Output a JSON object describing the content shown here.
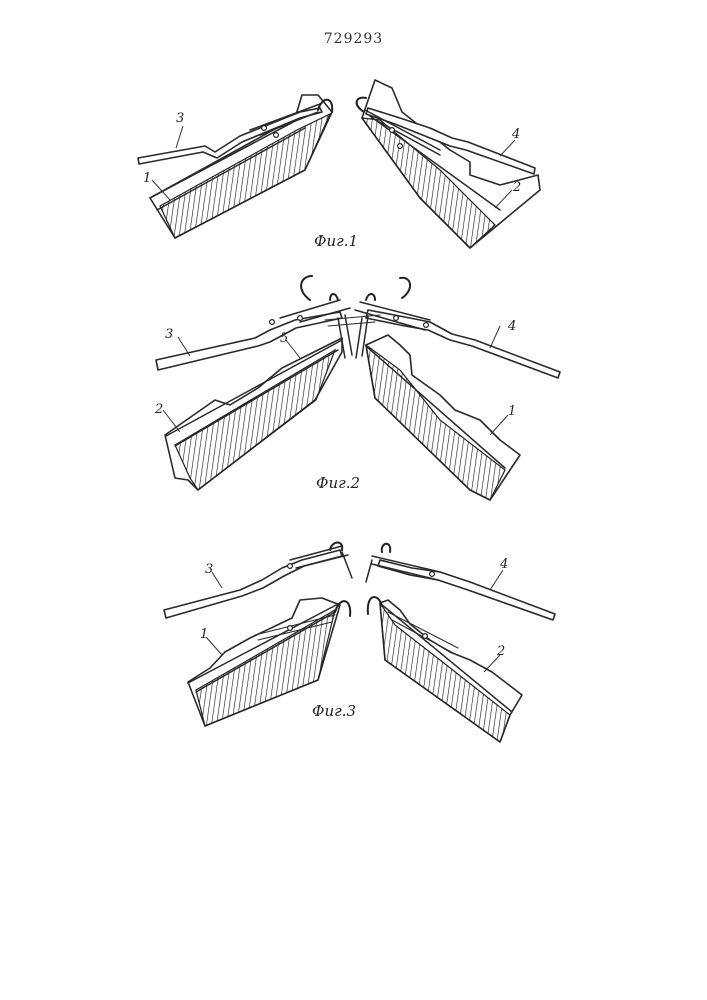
{
  "page_number": "729293",
  "figures": [
    {
      "caption": "Фиг.1",
      "labels": {
        "left_cover": "1",
        "right_cover": "2",
        "left_bar": "3",
        "right_bar": "4"
      }
    },
    {
      "caption": "Фиг.2",
      "labels": {
        "left_cover": "2",
        "right_cover": "1",
        "left_bar": "3",
        "right_bar": "4",
        "link": "5"
      }
    },
    {
      "caption": "Фиг.3",
      "labels": {
        "left_cover": "1",
        "right_cover": "2",
        "left_bar": "3",
        "right_bar": "4"
      }
    }
  ]
}
